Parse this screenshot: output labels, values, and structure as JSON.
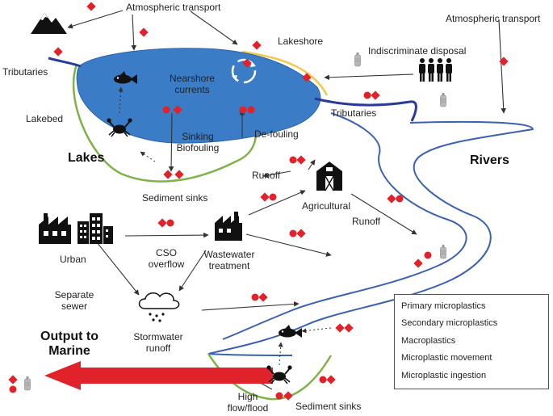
{
  "labels": {
    "atmospheric_top": "Atmospheric transport",
    "atmospheric_right": "Atmospheric transport",
    "lakeshore": "Lakeshore",
    "indiscriminate_disposal": "Indiscriminate disposal",
    "tributaries_left": "Tributaries",
    "tributaries_right": "Tributaries",
    "nearshore_line1": "Nearshore",
    "nearshore_line2": "currents",
    "lakebed": "Lakebed",
    "sinking": "Sinking",
    "biofouling": "Biofouling",
    "defouling": "De-fouling",
    "lakes": "Lakes",
    "rivers": "Rivers",
    "runoff_upper": "Runoff",
    "agricultural": "Agricultural",
    "runoff_right": "Runoff",
    "sediment_sinks_lake": "Sediment sinks",
    "urban": "Urban",
    "cso_line1": "CSO",
    "cso_line2": "overflow",
    "wastewater_line1": "Wastewater",
    "wastewater_line2": "treatment",
    "separate_line1": "Separate",
    "separate_line2": "sewer",
    "stormwater_line1": "Stormwater",
    "stormwater_line2": "runoff",
    "output_line1": "Output to",
    "output_line2": "Marine",
    "high_flow_line1": "High",
    "high_flow_line2": "flow/flood",
    "sediment_sinks_river": "Sediment sinks"
  },
  "legend": {
    "primary": "Primary microplastics",
    "secondary": "Secondary microplastics",
    "macro": "Macroplastics",
    "movement": "Microplastic movement",
    "ingestion": "Microplastic ingestion"
  },
  "icons": {
    "mountain": "mountain-icon",
    "people": "people-icon",
    "fish": "fish-icon",
    "crab": "crab-icon",
    "factory": "factory-icon",
    "buildings": "buildings-icon",
    "barn": "barn-icon",
    "cloud": "rain-cloud-icon",
    "bottle": "bottle-icon",
    "recycle": "circular-currents-icon"
  },
  "colors": {
    "lake_water": "#3a7cc6",
    "river_line": "#3a62b0",
    "lakeshore_line": "#f2c94c",
    "lakebed_line": "#7fb24a",
    "tributary_line": "#2a3a9a",
    "microplastic": "#e0232b",
    "arrow": "#333333",
    "output_arrow": "#e0232b"
  }
}
